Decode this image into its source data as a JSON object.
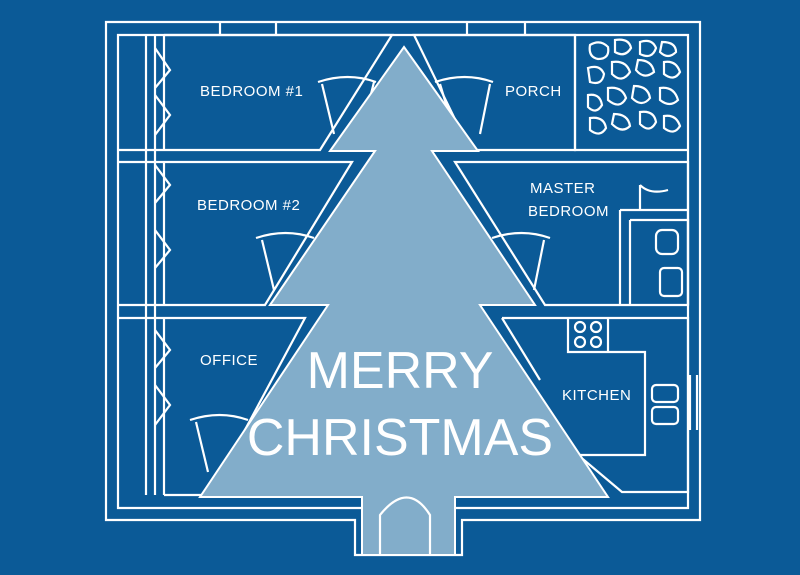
{
  "rooms": {
    "bedroom1": "BEDROOM #1",
    "bedroom2": "BEDROOM #2",
    "office": "OFFICE",
    "porch": "PORCH",
    "master_line1": "MASTER",
    "master_line2": "BEDROOM",
    "kitchen": "KITCHEN"
  },
  "greeting": {
    "line1": "MERRY",
    "line2": "CHRISTMAS"
  },
  "colors": {
    "background": "#0b5a97",
    "tree": "#82adca",
    "lines": "#ffffff"
  }
}
